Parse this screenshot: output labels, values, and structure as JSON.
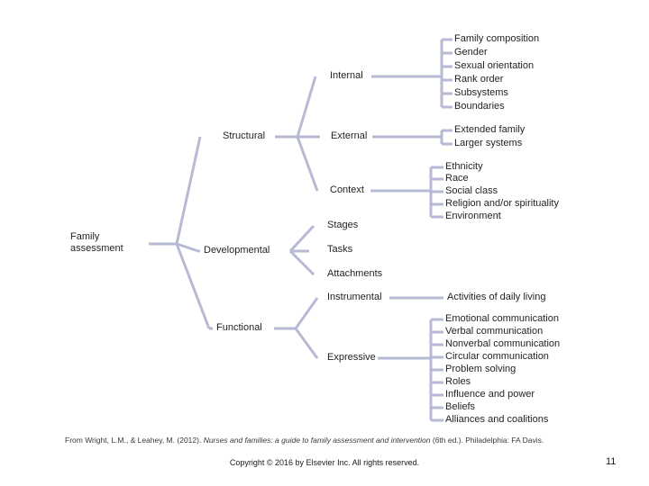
{
  "slide": {
    "page_number": "11",
    "copyright": "Copyright © 2016 by Elsevier Inc. All rights reserved.",
    "caption_prefix": "From Wright, L.M., & Leahey, M. (2012). ",
    "caption_italic": "Nurses and families: a guide to family assessment and intervention",
    "caption_suffix": " (6th ed.). Philadelphia: FA Davis.",
    "line_color": "#b6bad4",
    "text_color": "#231f20",
    "background_color": "#ffffff"
  },
  "diagram": {
    "root": "Family\nassessment",
    "root_line1": "Family",
    "root_line2": "assessment",
    "branches": [
      {
        "label": "Structural",
        "children": [
          {
            "label": "Internal",
            "leaves": [
              "Family composition",
              "Gender",
              "Sexual orientation",
              "Rank order",
              "Subsystems",
              "Boundaries"
            ]
          },
          {
            "label": "External",
            "leaves": [
              "Extended family",
              "Larger systems"
            ]
          },
          {
            "label": "Context",
            "leaves": [
              "Ethnicity",
              "Race",
              "Social class",
              "Religion and/or spirituality",
              "Environment"
            ]
          }
        ]
      },
      {
        "label": "Developmental",
        "children": [
          {
            "label": "Stages",
            "leaves": []
          },
          {
            "label": "Tasks",
            "leaves": []
          },
          {
            "label": "Attachments",
            "leaves": []
          }
        ]
      },
      {
        "label": "Functional",
        "children": [
          {
            "label": "Instrumental",
            "leaves": [
              "Activities of daily living"
            ]
          },
          {
            "label": "Expressive",
            "leaves": [
              "Emotional communication",
              "Verbal communication",
              "Nonverbal communication",
              "Circular communication",
              "Problem solving",
              "Roles",
              "Influence and power",
              "Beliefs",
              "Alliances and coalitions"
            ]
          }
        ]
      }
    ]
  }
}
